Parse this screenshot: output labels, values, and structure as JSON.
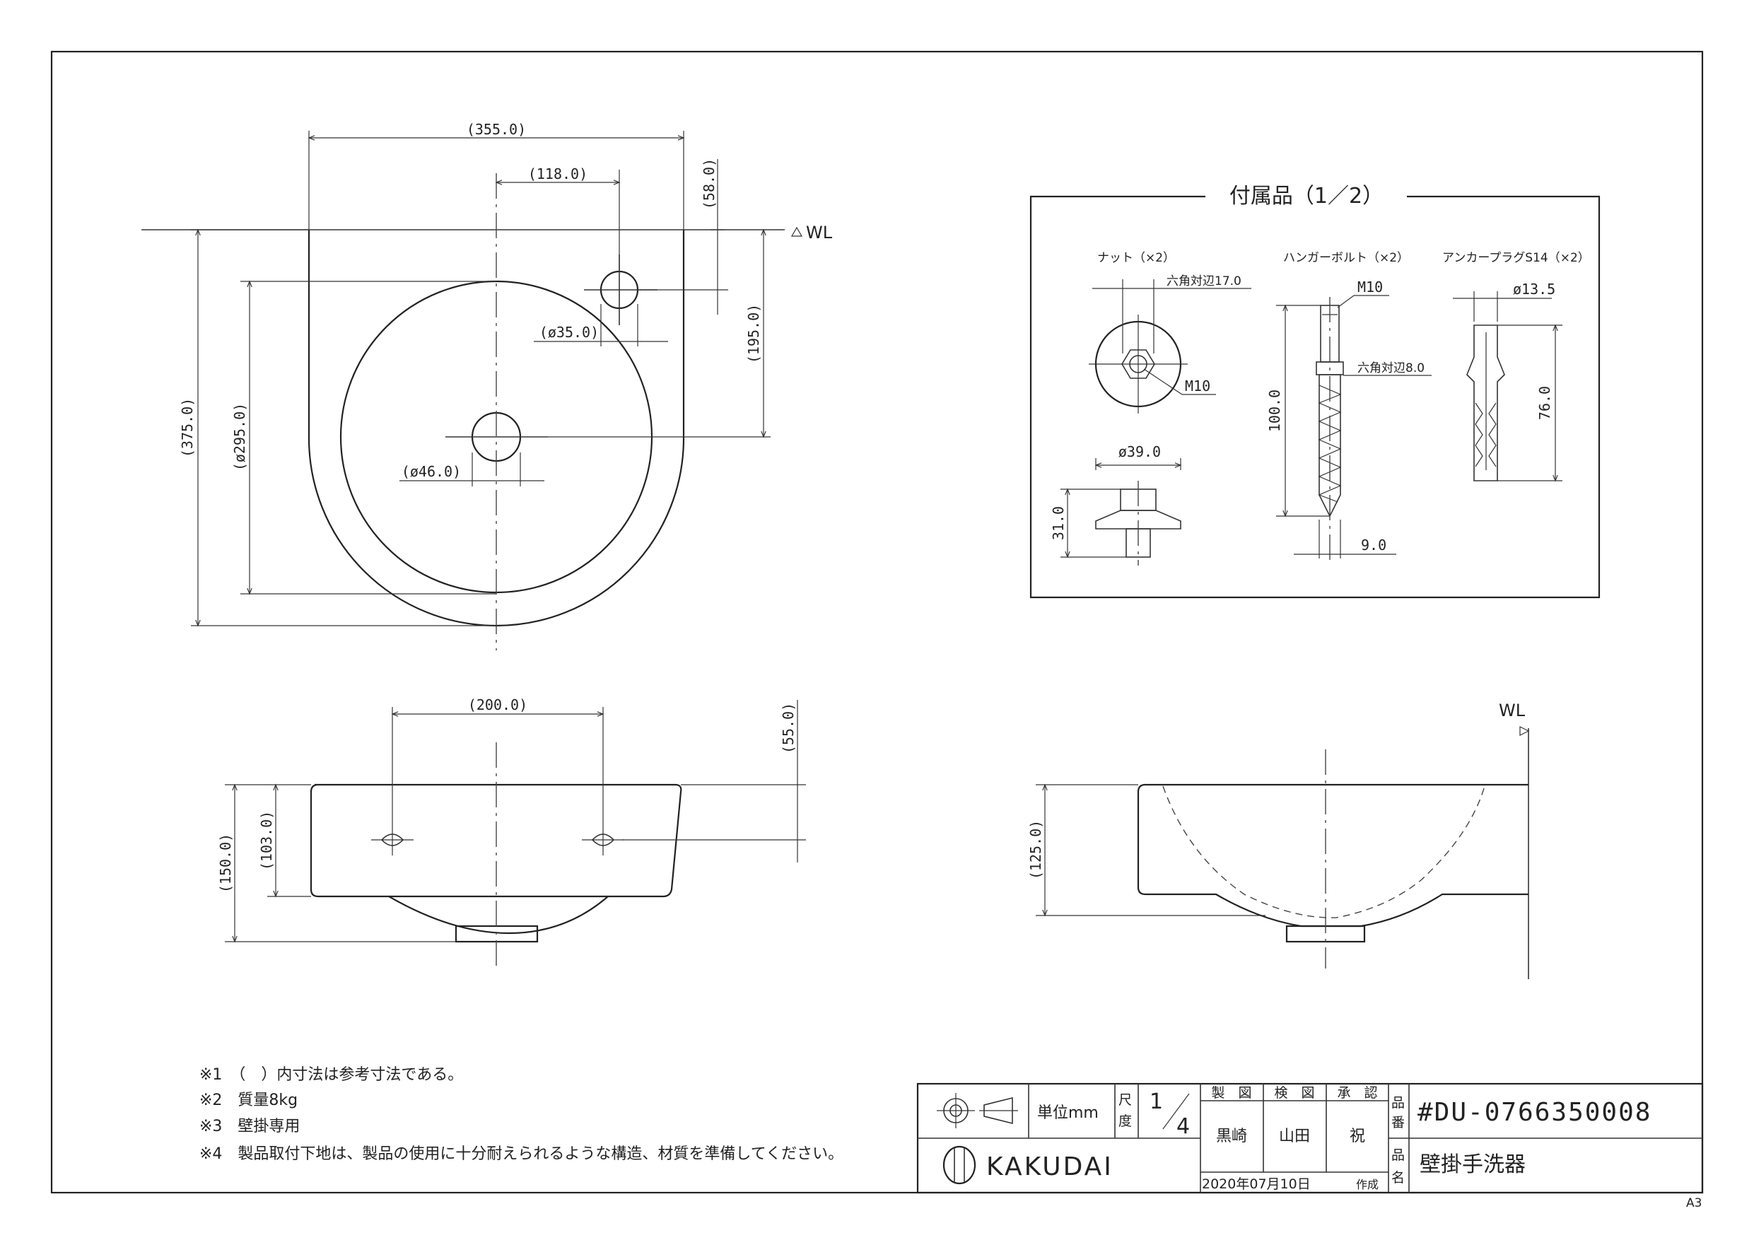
{
  "top_view": {
    "dims": {
      "overall_width": "(355.0)",
      "faucet_offset": "(118.0)",
      "faucet_from_wl": "(58.0)",
      "wl": "WL",
      "drain_from_wl": "(195.0)",
      "faucet_hole": "(ø35.0)",
      "overall_height": "(375.0)",
      "bowl_dia": "(ø295.0)",
      "drain_hole": "(ø46.0)"
    }
  },
  "accessories": {
    "title": "付属品（1／2）",
    "nut": {
      "label": "ナット（×2）",
      "hex": "六角対辺17.0",
      "thread": "M10",
      "dia": "ø39.0",
      "height": "31.0"
    },
    "hanger_bolt": {
      "label": "ハンガーボルト（×2）",
      "thread": "M10",
      "hex": "六角対辺8.0",
      "length": "100.0",
      "dia": "9.0"
    },
    "anchor": {
      "label": "アンカープラグS14（×2）",
      "dia": "ø13.5",
      "length": "76.0"
    }
  },
  "front_view": {
    "dims": {
      "bolt_pitch": "(200.0)",
      "bolt_from_top": "(55.0)",
      "overall_height": "(150.0)",
      "body_height": "(103.0)"
    }
  },
  "side_view": {
    "wl": "WL",
    "dims": {
      "height": "(125.0)"
    }
  },
  "notes": [
    "※1　（　）内寸法は参考寸法である。",
    "※2　質量8kg",
    "※3　壁掛専用",
    "※4　製品取付下地は、製品の使用に十分耐えられるような構造、材質を準備してください。"
  ],
  "title_block": {
    "unit_label": "単位mm",
    "scale_label_1": "尺",
    "scale_label_2": "度",
    "scale_num": "1",
    "scale_den": "4",
    "drawn_label": "製　図",
    "checked_label": "検　図",
    "approved_label": "承　認",
    "drawn_by": "黒崎",
    "checked_by": "山田",
    "approved_by": "祝",
    "part_no_label_1": "品",
    "part_no_label_2": "番",
    "part_no": "#DU-0766350008",
    "name_label_1": "品",
    "name_label_2": "名",
    "product_name": "壁掛手洗器",
    "company": "KAKUDAI",
    "date": "2020年07月10日",
    "date_label": "作成"
  },
  "sheet_size": "A3"
}
